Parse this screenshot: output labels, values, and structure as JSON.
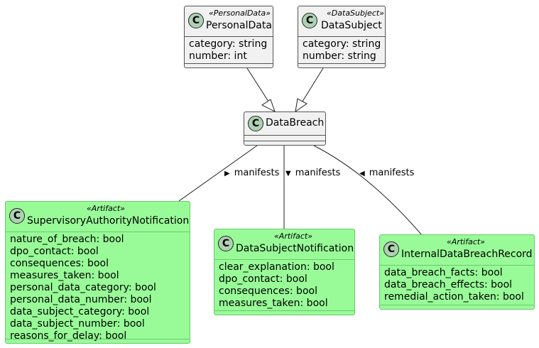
{
  "classes": {
    "personal_data": {
      "stereotype": "«PersonalData»",
      "name": "PersonalData",
      "attributes": [
        "category: string",
        "number: int"
      ]
    },
    "data_subject": {
      "stereotype": "«DataSubject»",
      "name": "DataSubject",
      "attributes": [
        "category: string",
        "number: string"
      ]
    },
    "data_breach": {
      "name": "DataBreach"
    },
    "supervisory_authority_notification": {
      "stereotype": "«Artifact»",
      "name": "SupervisoryAuthorityNotification",
      "attributes": [
        "nature_of_breach: bool",
        "dpo_contact: bool",
        "consequences: bool",
        "measures_taken: bool",
        "personal_data_category: bool",
        "personal_data_number: bool",
        "data_subject_category: bool",
        "data_subject_number: bool",
        "reasons_for_delay: bool"
      ]
    },
    "data_subject_notification": {
      "stereotype": "«Artifact»",
      "name": "DataSubjectNotification",
      "attributes": [
        "clear_explanation: bool",
        "dpo_contact: bool",
        "consequences: bool",
        "measures_taken: bool"
      ]
    },
    "internal_data_breach_record": {
      "stereotype": "«Artifact»",
      "name": "InternalDataBreachRecord",
      "attributes": [
        "data_breach_facts: bool",
        "data_breach_effects: bool",
        "remedial_action_taken: bool"
      ]
    }
  },
  "class_badge": "C",
  "relations": {
    "left": {
      "label": "manifests",
      "arrow": "▶"
    },
    "middle": {
      "label": "manifests",
      "arrow": "▼"
    },
    "right": {
      "label": "manifests",
      "arrow": "◀"
    }
  },
  "colors": {
    "artifact_fill": "#98fb98",
    "default_fill": "#f1f1f1",
    "badge_fill": "#add1b2"
  }
}
